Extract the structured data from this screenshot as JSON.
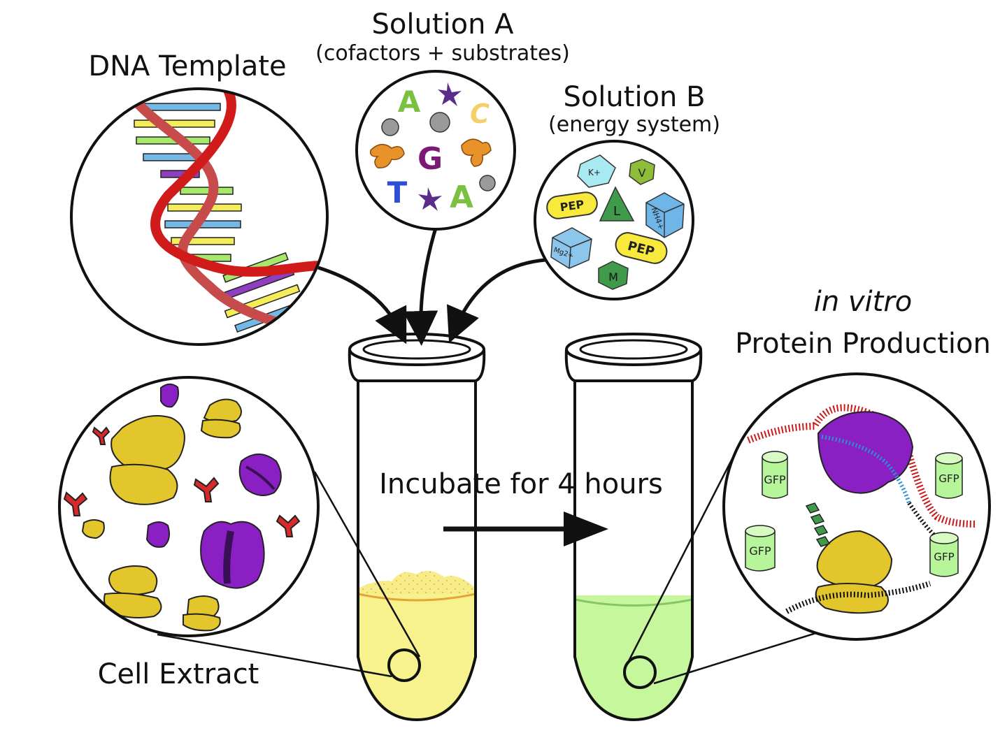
{
  "labels": {
    "dna_template": "DNA Template",
    "solution_a": "Solution A",
    "solution_a_sub": "(cofactors + substrates)",
    "solution_b": "Solution B",
    "solution_b_sub": "(energy system)",
    "in_vitro": "in vitro",
    "protein_production": "Protein Production",
    "incubate": "Incubate for 4 hours",
    "cell_extract": "Cell Extract"
  },
  "solution_a_letters": [
    "A",
    "C",
    "G",
    "T",
    "A"
  ],
  "solution_b_items": {
    "k": "K+",
    "v": "V",
    "pep1": "PEP",
    "l": "L",
    "nh": "NH4+",
    "mg": "Mg2+",
    "pep2": "PEP",
    "m": "M"
  },
  "gfp_labels": [
    "GFP",
    "GFP",
    "GFP",
    "GFP"
  ],
  "colors": {
    "yellow_extract": "#f5f08a",
    "green_product": "#c4f59a",
    "ribosome_yellow": "#e3c62b",
    "ribosome_purple": "#8a1fc4",
    "dna_red": "#c91b1b",
    "gfp_green": "#b6f59a"
  }
}
